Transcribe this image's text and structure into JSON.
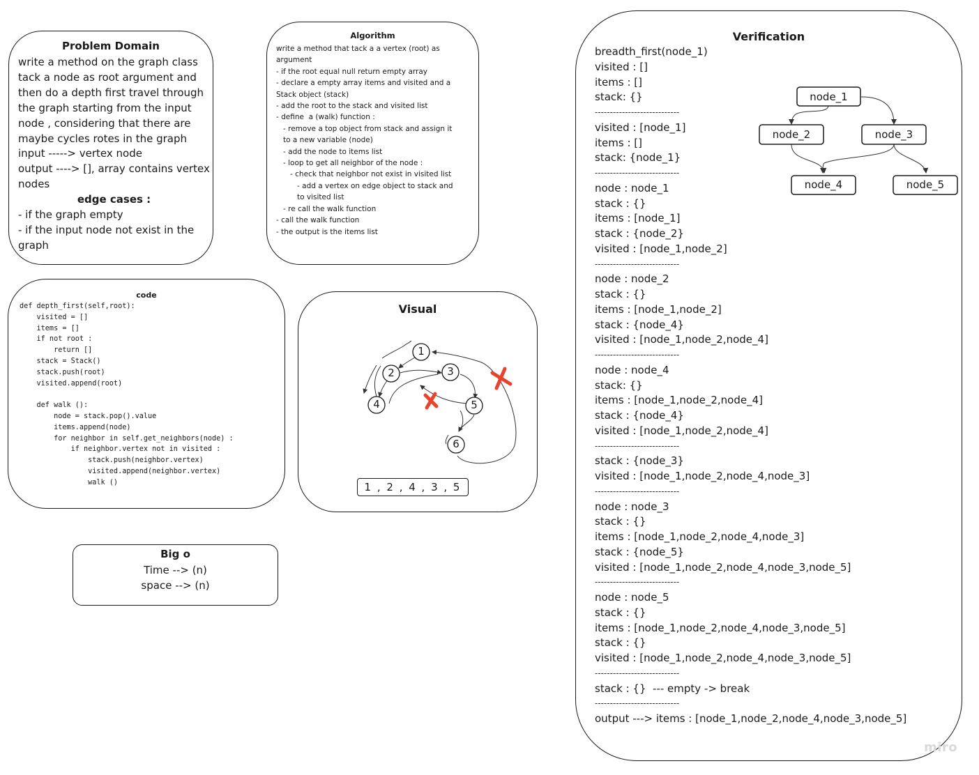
{
  "problem_domain": {
    "title": "Problem Domain",
    "text": "write a method on the graph class tack a node as root argument and then do a depth first travel through the graph starting from the input node , considering that there are maybe cycles rotes in the graph",
    "input": "input -----> vertex node",
    "output": "output ----> [], array contains vertex nodes",
    "edge_title": "edge cases :",
    "edge_1": "- if the graph empty",
    "edge_2": "- if the input node not exist in the graph"
  },
  "algorithm": {
    "title": "Algorithm",
    "lines": [
      "write a method that tack a a vertex (root) as",
      "argument",
      "- if the root equal null return empty array",
      "- declare a empty array items and visited and a",
      "Stack object (stack)",
      "- add the root to the stack and visited list",
      "- define  a (walk) function :",
      "   - remove a top object from stack and assign it",
      "   to a new variable (node)",
      "   - add the node to items list",
      "   - loop to get all neighbor of the node :",
      "      - check that neighbor not exist in visited list",
      "         - add a vertex on edge object to stack and",
      "         to visited list",
      "   - re call the walk function",
      "- call the walk function",
      "- the output is the items list"
    ]
  },
  "code": {
    "title": "code",
    "lines": [
      "def depth_first(self,root):",
      "    visited = []",
      "    items = []",
      "    if not root :",
      "        return []",
      "    stack = Stack()",
      "    stack.push(root)",
      "    visited.append(root)",
      "",
      "    def walk ():",
      "        node = stack.pop().value",
      "        items.append(node)",
      "        for neighbor in self.get_neighbors(node) :",
      "            if neighbor.vertex not in visited :",
      "                stack.push(neighbor.vertex)",
      "                visited.append(neighbor.vertex)",
      "                walk ()"
    ]
  },
  "visual": {
    "title": "Visual",
    "nodes": [
      "1",
      "2",
      "3",
      "4",
      "5",
      "6"
    ],
    "result": "1 , 2 , 4 , 3 , 5",
    "cross_color": "#e8432e"
  },
  "big_o": {
    "title": "Big o",
    "time": "Time --> (n)",
    "space": "space --> (n)"
  },
  "verification": {
    "title": "Verification",
    "lines": [
      "breadth_first(node_1)",
      "visited : []",
      "items : []",
      "stack: {}",
      "----------------------------",
      "visited : [node_1]",
      "items : []",
      "stack: {node_1}",
      "----------------------------",
      "node : node_1",
      "stack : {}",
      "items : [node_1]",
      "stack : {node_2}",
      "visited : [node_1,node_2]",
      "----------------------------",
      "node : node_2",
      "stack : {}",
      "items : [node_1,node_2]",
      "stack : {node_4}",
      "visited : [node_1,node_2,node_4]",
      "----------------------------",
      "node : node_4",
      "stack: {}",
      "items : [node_1,node_2,node_4]",
      "stack : {node_4}",
      "visited : [node_1,node_2,node_4]",
      "----------------------------",
      "stack : {node_3}",
      "visited : [node_1,node_2,node_4,node_3]",
      "----------------------------",
      "node : node_3",
      "stack : {}",
      "items : [node_1,node_2,node_4,node_3]",
      "stack : {node_5}",
      "visited : [node_1,node_2,node_4,node_3,node_5]",
      "----------------------------",
      "node : node_5",
      "stack : {}",
      "items : [node_1,node_2,node_4,node_3,node_5]",
      "stack : {}",
      "visited : [node_1,node_2,node_4,node_3,node_5]",
      "----------------------------",
      "stack : {}  --- empty -> break",
      "----------------------------",
      "output ---> items : [node_1,node_2,node_4,node_3,node_5]"
    ],
    "graph_nodes": [
      "node_1",
      "node_2",
      "node_3",
      "node_4",
      "node_5"
    ]
  },
  "watermark": "miro"
}
